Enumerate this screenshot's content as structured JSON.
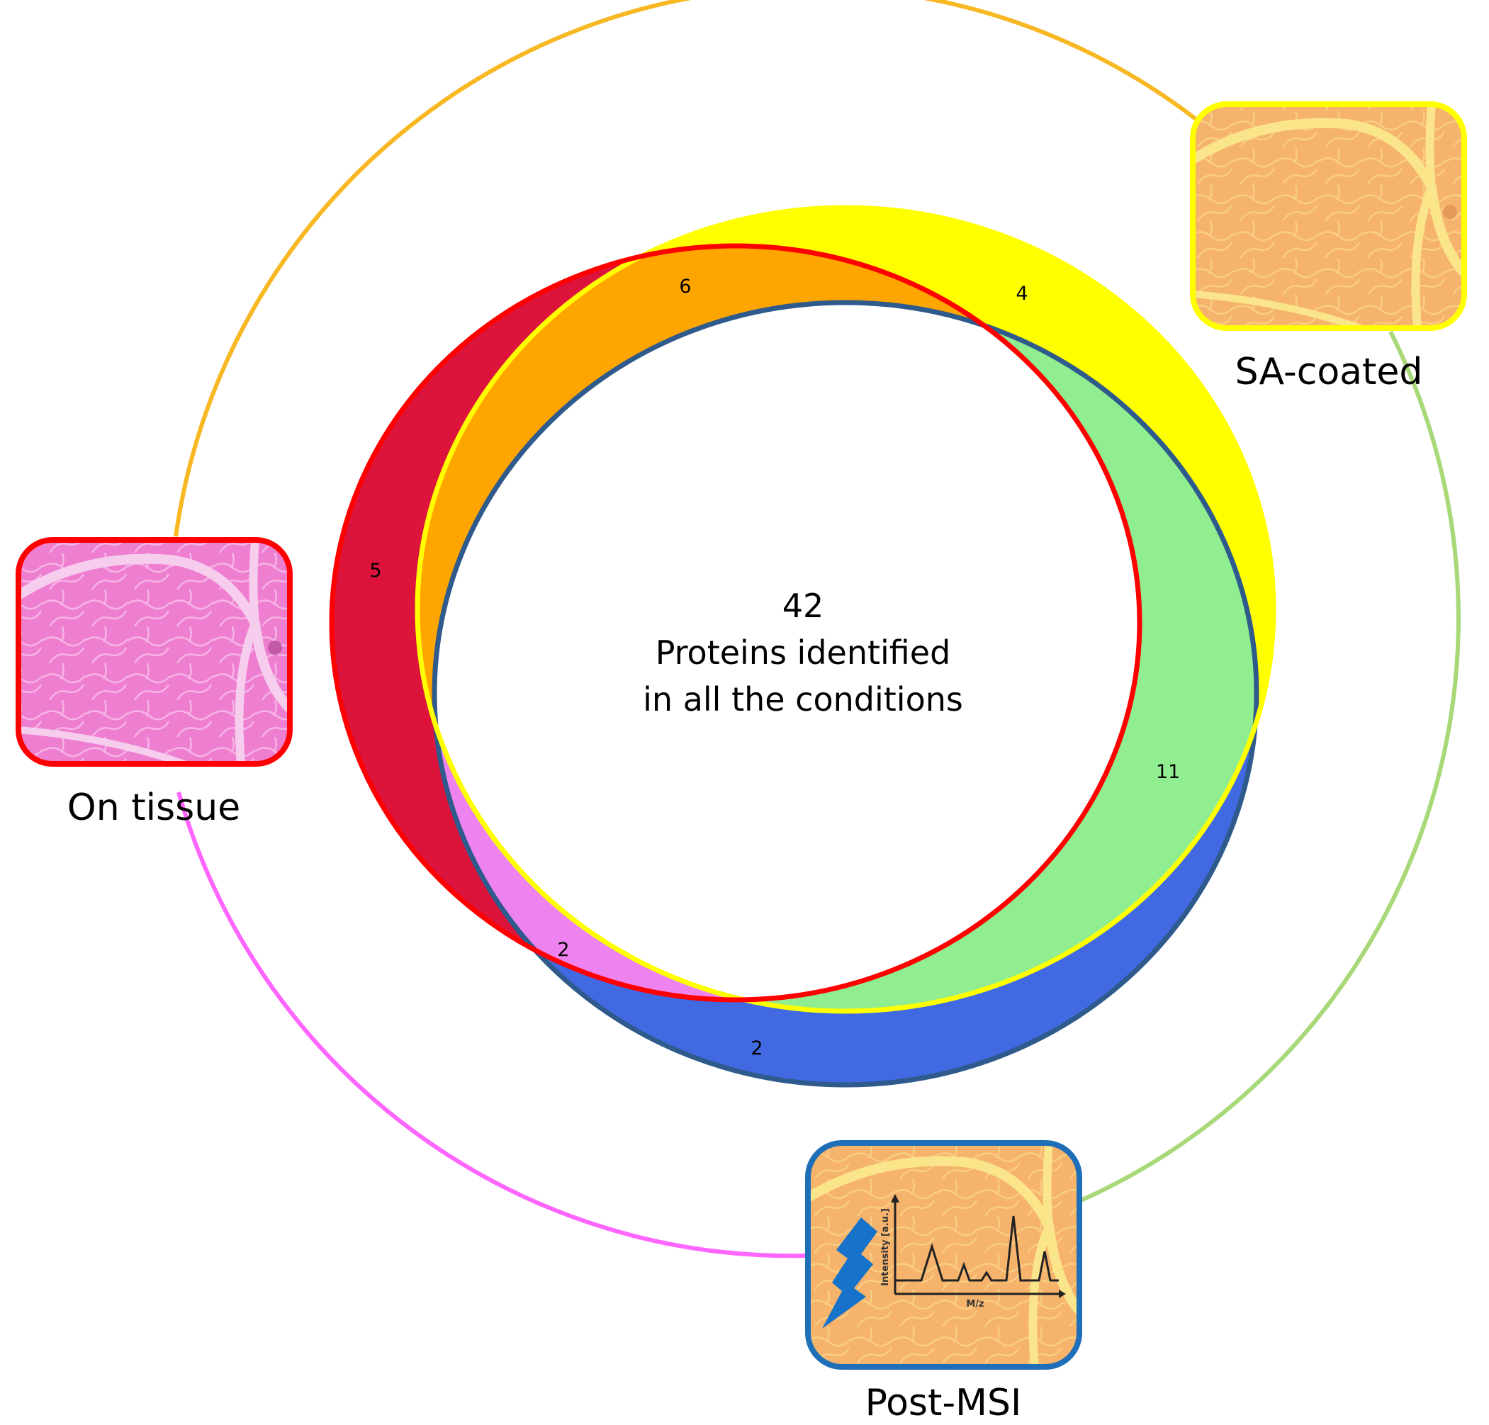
{
  "center": {
    "count": "42",
    "line1": "Proteins identified",
    "line2": "in all the conditions"
  },
  "regions": {
    "on_tissue_only": "5",
    "on_tissue_sa_coated": "6",
    "sa_coated_only": "4",
    "sa_coated_post_msi": "11",
    "on_tissue_post_msi": "2",
    "post_msi_only": "2"
  },
  "conditions": {
    "on_tissue": "On tissue",
    "sa_coated": "SA-coated",
    "post_msi": "Post-MSI"
  },
  "spectrum": {
    "y_label": "Intensity [a.u.]",
    "x_label": "M/z"
  },
  "colors": {
    "on_tissue": "#ff0000",
    "sa_coated": "#ffff00",
    "post_msi": "#1f6fb8",
    "on_tissue_only": "#dc143c",
    "on_tissue_sa_coated": "#ffa500",
    "sa_coated_post_msi": "#90ee90",
    "on_tissue_post_msi": "#ee82ee",
    "post_msi_only": "#4169e1",
    "arc_top": "#f8b823",
    "arc_right": "#a8d878",
    "arc_left": "#ff66ff"
  }
}
